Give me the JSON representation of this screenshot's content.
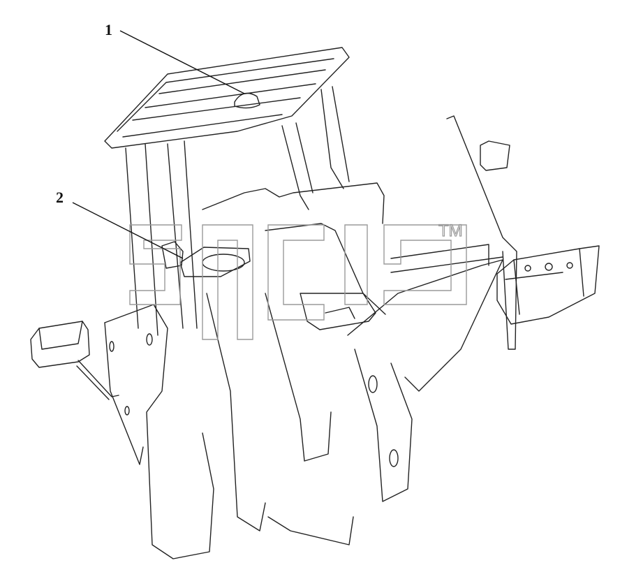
{
  "callouts": [
    {
      "number": "1"
    },
    {
      "number": "2"
    }
  ],
  "watermark": {
    "mark": "TM"
  },
  "colors": {
    "line": "#222222",
    "watermark": "#9a9a9a",
    "background": "#ffffff"
  }
}
